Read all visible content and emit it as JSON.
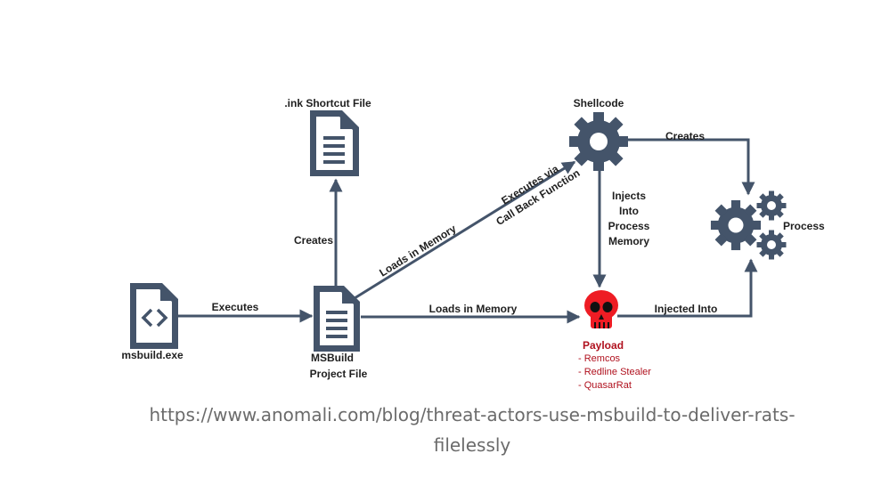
{
  "nodes": {
    "msbuild_exe": "msbuild.exe",
    "project_file_line1": "MSBuild",
    "project_file_line2": "Project File",
    "lnk_file": ".ink Shortcut File",
    "shellcode": "Shellcode",
    "process": "Process",
    "payload_title": "Payload",
    "payload_items": [
      "- Remcos",
      "- Redline Stealer",
      "- QuasarRat"
    ]
  },
  "edges": {
    "executes": "Executes",
    "creates_lnk": "Creates",
    "loads_in_memory_diag": "Loads in Memory",
    "callback_line1": "Executes via",
    "callback_line2": "Call Back Function",
    "loads_in_memory_payload": "Loads in Memory",
    "creates_process": "Creates",
    "injects_lines": [
      "Injects",
      "Into",
      "Process",
      "Memory"
    ],
    "injected_into": "Injected Into"
  },
  "source": {
    "line1": "https://www.anomali.com/blog/threat-actors-use-msbuild-to-deliver-rats-",
    "line2": "filelessly"
  },
  "colors": {
    "slate": "#44546a",
    "payload_red": "#ee1c24",
    "payload_text": "#b0111e",
    "url_gray": "#6b6b6b"
  },
  "icons": [
    "code-file-icon",
    "document-icon",
    "gear-icon",
    "gears-icon",
    "skull-icon"
  ]
}
